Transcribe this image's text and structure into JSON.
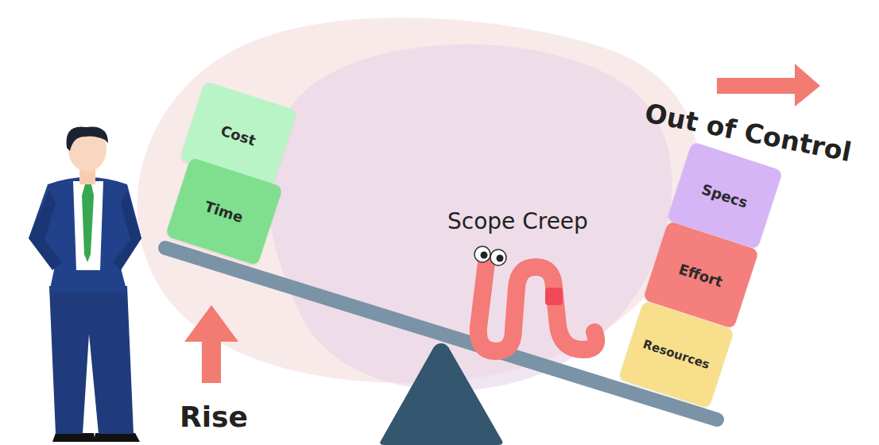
{
  "diagram": {
    "nodes": [
      {
        "text": [
          "Cost"
        ]
      },
      {
        "text": [
          "Time"
        ]
      },
      {
        "text": [
          "Specs"
        ]
      },
      {
        "text": [
          "Effort"
        ]
      },
      {
        "text": [
          "Resources"
        ]
      }
    ],
    "labels": [
      "Scope Creep",
      "Out of Control",
      "Rise"
    ]
  }
}
